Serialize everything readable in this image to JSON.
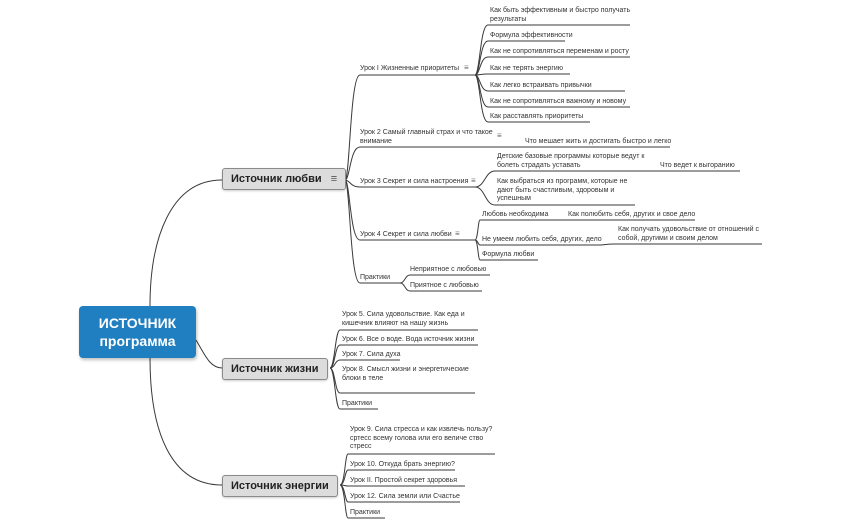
{
  "central": {
    "line1": "ИСТОЧНИК",
    "line2": "программа"
  },
  "main": {
    "love": "Источник любви",
    "life": "Источник жизни",
    "energy": "Источник энергии"
  },
  "love": {
    "lesson1": "Урок I Жизненные приоритеты",
    "lesson1_items": [
      "Как быть эффективным и быстро получать результаты",
      "Формула эффективности",
      "Как не сопротивляться переменам и росту",
      "Как не терять энергию",
      "Как легко встраивать привычки",
      "Как не сопротивляться важному и новому",
      "Как расставлять приоритеты"
    ],
    "lesson2": "Урок 2 Самый главный страх и что такое внимание",
    "lesson2_item": "Что мешает жить и достигать быстро и легко",
    "lesson3": "Урок 3 Секрет и сила настроения",
    "lesson3_item1": "Детские базовые программы которые ведут к болеть страдать уставать",
    "lesson3_item1_sub": "Что ведет к выгоранию",
    "lesson3_item2": "Как выбраться из программ, которые не дают быть счастливым, здоровым и успешным",
    "lesson4": "Урок 4 Секрет и сила любви",
    "lesson4_item1": "Любовь необходима",
    "lesson4_item1_sub": "Как полюбить себя, других и свое дело",
    "lesson4_item2": "Не умеем любить себя, других, дело",
    "lesson4_item2_sub": "Как получать удовольствие от отношений с собой, другими и своим делом",
    "lesson4_item3": "Формула любви",
    "practice": "Практики",
    "practice_items": [
      "Неприятное с любовью",
      "Приятное с любовью"
    ]
  },
  "life": {
    "items": [
      "Урок 5. Сила удовольствие. Как еда и кишечник влияют на нашу жизнь",
      "Урок 6. Все о воде. Вода источник жизни",
      "Урок 7. Сила духа",
      "Урок 8. Смысл жизни и энергетические блоки в теле",
      "Практики"
    ]
  },
  "energy": {
    "items": [
      "Урок 9. Сила стресса и как извлечь пользу? сртесс всему голова или его величе ство стресс",
      "Урок 10. Откуда брать энергию?",
      "Урок II. Простой секрет здоровья",
      "Урок 12. Сила земли или Счастье",
      "Практики"
    ]
  },
  "icons": {
    "note": "notes-icon"
  },
  "colors": {
    "central": "#1f7fc0",
    "main_bg": "#dcdcdc",
    "line": "#333333"
  }
}
